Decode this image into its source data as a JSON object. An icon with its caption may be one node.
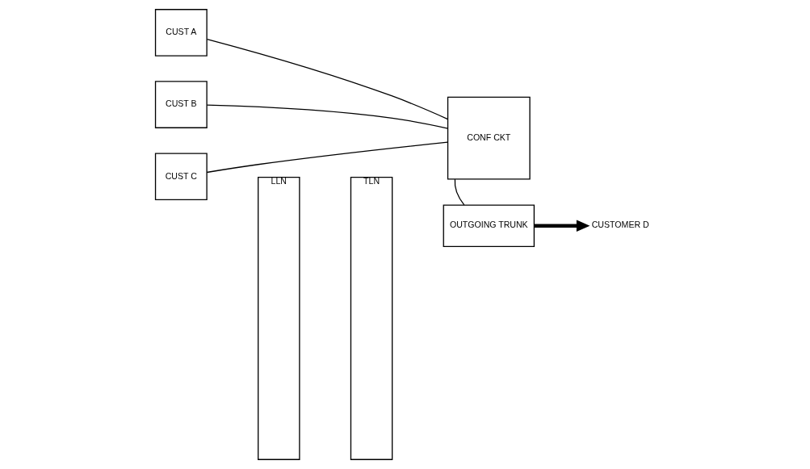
{
  "diagram": {
    "nodes": [
      {
        "text": [
          "CUST A"
        ]
      },
      {
        "text": [
          "CUST B"
        ]
      },
      {
        "text": [
          "CUST C"
        ]
      },
      {
        "text": [
          "LLN"
        ]
      },
      {
        "text": [
          "TLN"
        ]
      },
      {
        "text": [
          "CONF CKT"
        ]
      },
      {
        "text": [
          "OUTGOING TRUNK"
        ]
      },
      {
        "text": [
          "CUSTOMER D"
        ]
      }
    ],
    "edges": [
      {
        "from": 0,
        "to": 5,
        "arrow": "none"
      },
      {
        "from": 1,
        "to": 5,
        "arrow": "none"
      },
      {
        "from": 2,
        "to": 5,
        "arrow": "none"
      },
      {
        "from": 5,
        "to": 6,
        "arrow": "none"
      },
      {
        "from": 6,
        "to": 7,
        "arrow": "to",
        "style": "thick"
      }
    ]
  }
}
